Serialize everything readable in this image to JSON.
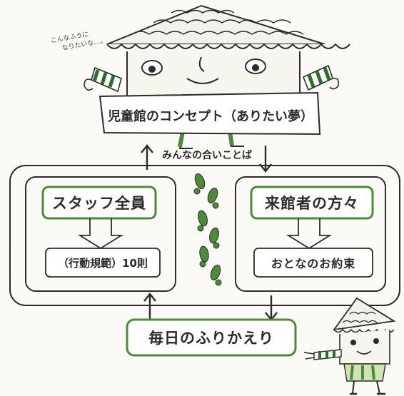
{
  "thought_note": [
    "こんなふうに",
    "なりたいな…。"
  ],
  "concept_banner": "児童館のコンセプト（ありたい夢）",
  "shared_words": "みんなの合いことば",
  "staff_title": "スタッフ全員",
  "staff_rules": "（行動規範）10則",
  "visitors_title": "来館者の方々",
  "visitors_promise": "おとなのお約束",
  "daily_review": "毎日のふりかえり",
  "colors": {
    "ink": "#2b2b2b",
    "green": "#4e8a3c",
    "light_green": "#cfe3b4",
    "dark_green": "#2f6e2a",
    "paper": "#fbfaf6"
  }
}
